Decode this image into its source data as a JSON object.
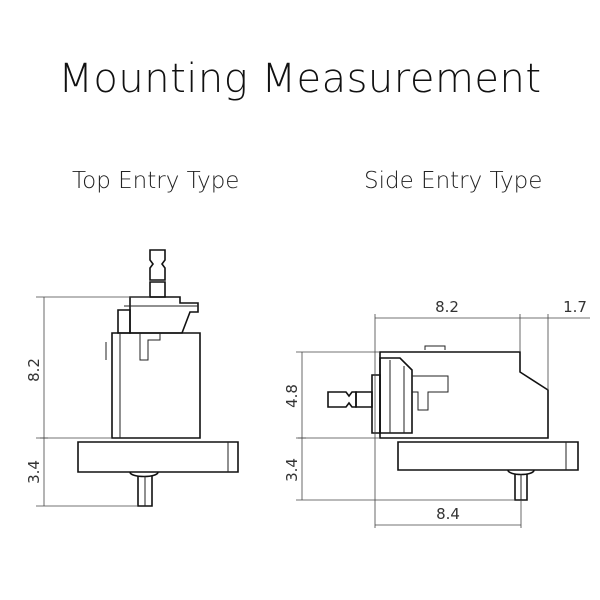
{
  "title": "Mounting Measurement",
  "top_entry": {
    "label": "Top Entry Type",
    "dim_body_height": "8.2",
    "dim_flange_height": "3.4"
  },
  "side_entry": {
    "label": "Side Entry Type",
    "dim_body_width": "8.2",
    "dim_tip_width": "1.7",
    "dim_body_height": "4.8",
    "dim_flange_height": "3.4",
    "dim_flange_width": "8.4"
  }
}
